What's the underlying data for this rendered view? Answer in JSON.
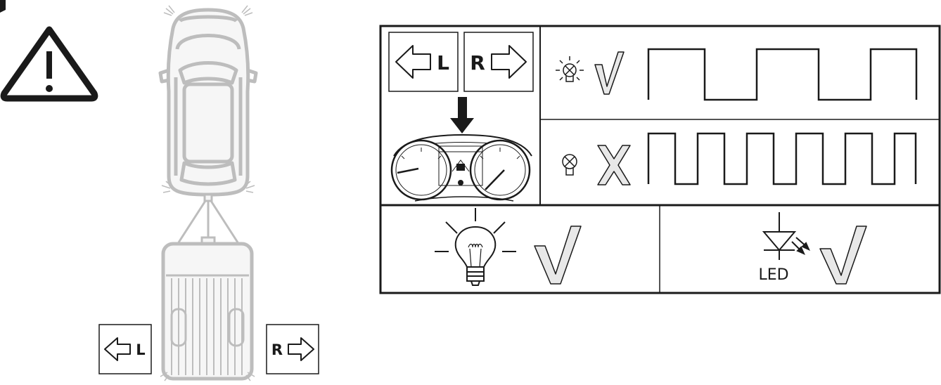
{
  "labels": {
    "left": "L",
    "right": "R",
    "led": "LED"
  },
  "icons": {
    "warning": "warning-triangle-icon",
    "vehicle": "car-top-view-icon",
    "trailer": "trailer-top-view-icon",
    "left_arrow": "left-arrow-icon",
    "right_arrow": "right-arrow-icon",
    "down_arrow": "down-arrow-icon",
    "cluster": "instrument-cluster-icon",
    "lamp_ok": "indicator-lamp-lit-icon",
    "lamp_fault": "indicator-lamp-failed-icon",
    "check": "check-mark-icon",
    "cross": "cross-mark-icon",
    "bulb": "incandescent-bulb-icon",
    "led": "led-diode-icon"
  },
  "signals": {
    "normal_flash": "slow-square-wave",
    "fault_flash": "fast-square-wave"
  },
  "colors": {
    "line": "#1a1a1a",
    "vehicle": "#bdbdbd",
    "vehicle_fill": "#f6f6f6",
    "mark_fill": "#e8e8e8"
  }
}
